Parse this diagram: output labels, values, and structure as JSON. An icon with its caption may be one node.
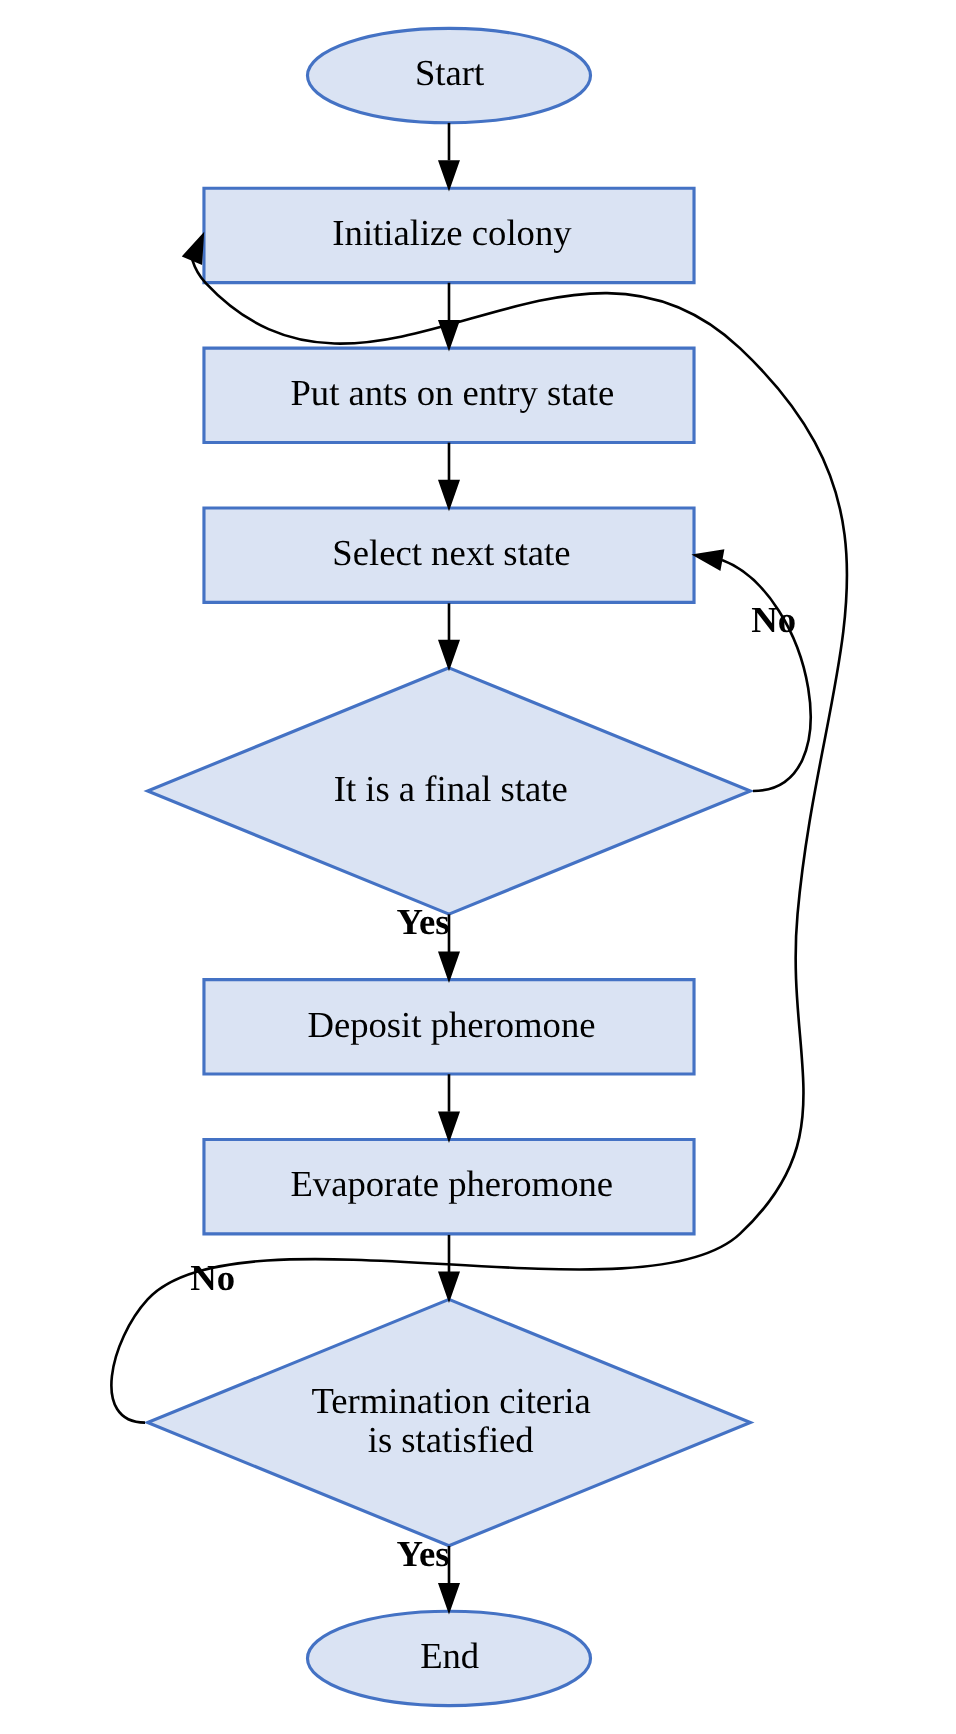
{
  "diagram": {
    "nodes": [
      {
        "text": [
          "Start"
        ]
      },
      {
        "text": [
          "Initialize colony"
        ]
      },
      {
        "text": [
          "Put ants on entry state"
        ]
      },
      {
        "text": [
          "Select next state"
        ]
      },
      {
        "text": [
          "It is a final state"
        ]
      },
      {
        "text": [
          "Deposit pheromone"
        ]
      },
      {
        "text": [
          "Evaporate pheromone"
        ]
      },
      {
        "text": [
          "Termination citeria is statisfied"
        ]
      },
      {
        "text": [
          "End"
        ]
      }
    ],
    "edges": [
      {
        "from": 0,
        "to": 1,
        "arrow": "to"
      },
      {
        "from": 1,
        "to": 2,
        "arrow": "to"
      },
      {
        "from": 2,
        "to": 3,
        "arrow": "to"
      },
      {
        "from": 3,
        "to": 4,
        "arrow": "to"
      },
      {
        "from": 4,
        "to": 3,
        "arrow": "to",
        "label": "No"
      },
      {
        "from": 4,
        "to": 5,
        "arrow": "to",
        "label": "Yes"
      },
      {
        "from": 5,
        "to": 6,
        "arrow": "to"
      },
      {
        "from": 6,
        "to": 7,
        "arrow": "to"
      },
      {
        "from": 7,
        "to": 1,
        "arrow": "to",
        "label": "No"
      },
      {
        "from": 7,
        "to": 8,
        "arrow": "to",
        "label": "Yes"
      }
    ]
  }
}
